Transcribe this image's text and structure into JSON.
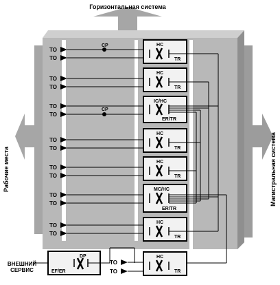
{
  "labels": {
    "horizontal_system": "Горизонтальная система",
    "work_places": "Рабочие места",
    "backbone_system": "Магистральная система",
    "external_service_line1": "ВНЕШНИЙ",
    "external_service_line2": "СЕРВИС"
  },
  "outlet": "TO",
  "consolidation_point": "CP",
  "blocks": {
    "hc": {
      "top": "HC",
      "bottom": "TR"
    },
    "ic_hc": {
      "top": "IC/HC",
      "bottom": "ER/TR"
    },
    "mc_hc": {
      "top": "MC/HC",
      "bottom": "ER/TR"
    },
    "dp": {
      "top": "DP",
      "bottom": "EF/ER"
    }
  },
  "colors": {
    "panel": "#b8b8b8",
    "panel_dark": "#8f8f8f",
    "arrow": "#a6a6a6",
    "box_fill": "#f2f2f2",
    "ink": "#000000"
  }
}
